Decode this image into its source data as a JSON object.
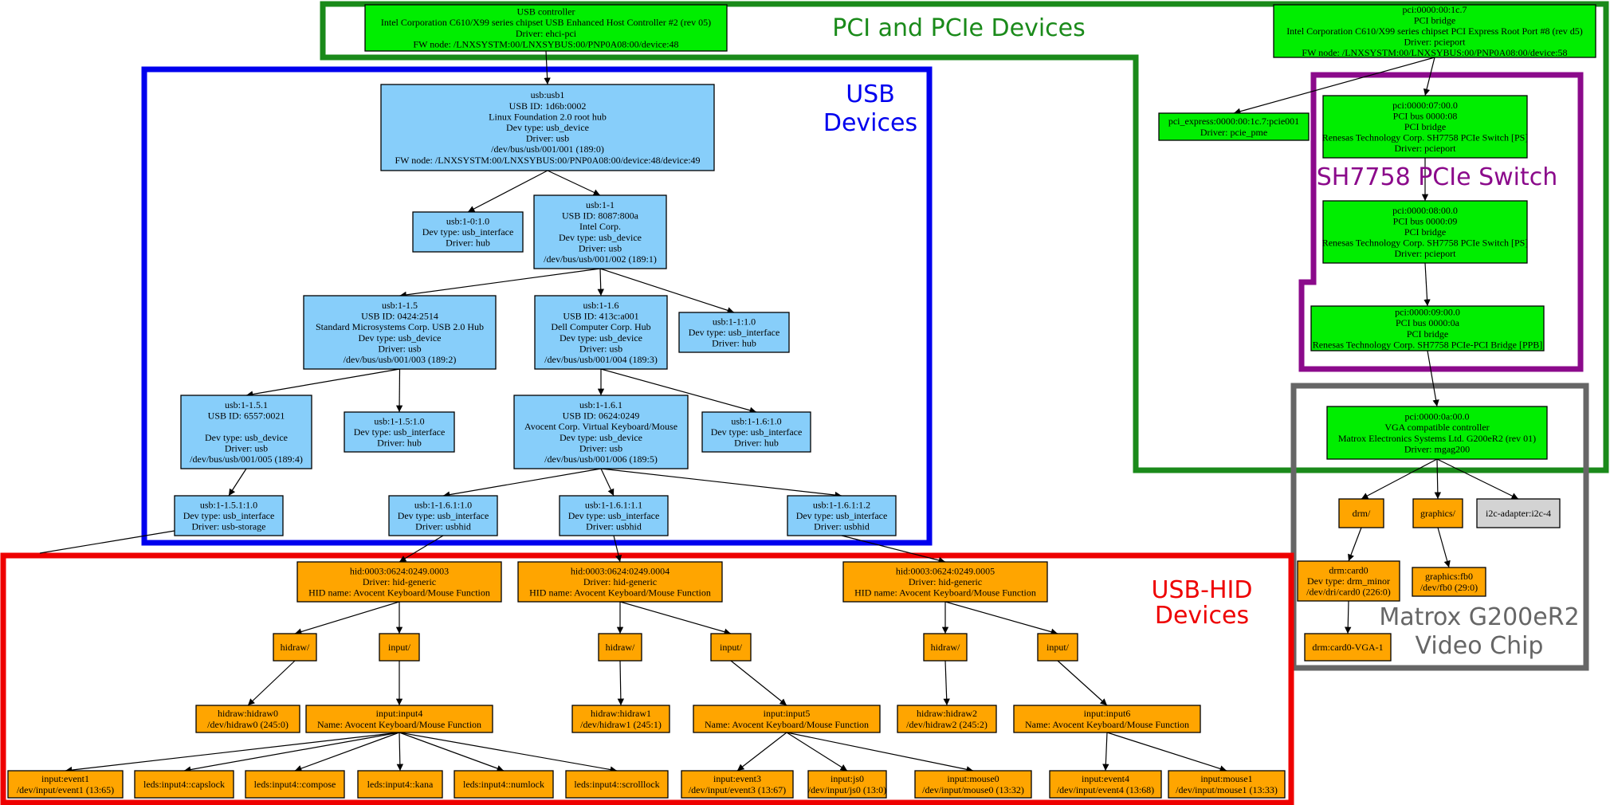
{
  "clusters": {
    "pci": {
      "label_lines": [
        "PCI and PCIe Devices"
      ],
      "color": "#1a8a1a"
    },
    "usb": {
      "label_lines": [
        "USB",
        "Devices"
      ],
      "color": "#0000ee"
    },
    "sh7758": {
      "label_lines": [
        "SH7758 PCIe Switch"
      ],
      "color": "#8b0a8b"
    },
    "matrox": {
      "label_lines": [
        "Matrox G200eR2",
        "Video Chip"
      ],
      "color": "#666666"
    },
    "hid": {
      "label_lines": [
        "USB-HID",
        "Devices"
      ],
      "color": "#ee0000"
    }
  },
  "colors": {
    "pci_fill": "#00ee00",
    "usb_fill": "#87cefa",
    "hid_fill": "#ffa500",
    "grey_fill": "#d3d3d3"
  },
  "nodes": {
    "usb_ctrl": {
      "lines": [
        "USB controller",
        "Intel Corporation C610/X99 series chipset USB Enhanced Host Controller #2 (rev 05)",
        "Driver: ehci-pci",
        "FW node: /LNXSYSTM:00/LNXSYBUS:00/PNP0A08:00/device:48"
      ]
    },
    "pci_bridge_top": {
      "lines": [
        "pci:0000:00:1c.7",
        "PCI bridge",
        "Intel Corporation C610/X99 series chipset PCI Express Root Port #8 (rev d5)",
        "Driver: pcieport",
        "FW node: /LNXSYSTM:00/LNXSYBUS:00/PNP0A08:00/device:58"
      ]
    },
    "pcie_pme": {
      "lines": [
        "pci_express:0000:00:1c.7:pcie001",
        "Driver: pcie_pme"
      ]
    },
    "pci07": {
      "lines": [
        "pci:0000:07:00.0",
        "PCI bus 0000:08",
        "PCI bridge",
        "Renesas Technology Corp. SH7758 PCIe Switch [PS]",
        "Driver: pcieport"
      ]
    },
    "pci08": {
      "lines": [
        "pci:0000:08:00.0",
        "PCI bus 0000:09",
        "PCI bridge",
        "Renesas Technology Corp. SH7758 PCIe Switch [PS]",
        "Driver: pcieport"
      ]
    },
    "pci09": {
      "lines": [
        "pci:0000:09:00.0",
        "PCI bus 0000:0a",
        "PCI bridge",
        "Renesas Technology Corp. SH7758 PCIe-PCI Bridge [PPB]"
      ]
    },
    "vga": {
      "lines": [
        "pci:0000:0a:00.0",
        "VGA compatible controller",
        "Matrox Electronics Systems Ltd. G200eR2 (rev 01)",
        "Driver: mgag200"
      ]
    },
    "drm": {
      "lines": [
        "drm/"
      ]
    },
    "graphics": {
      "lines": [
        "graphics/"
      ]
    },
    "i2c": {
      "lines": [
        "i2c-adapter:i2c-4"
      ]
    },
    "card0": {
      "lines": [
        "drm:card0",
        "Dev type: drm_minor",
        "/dev/dri/card0 (226:0)"
      ]
    },
    "fb0": {
      "lines": [
        "graphics:fb0",
        "/dev/fb0 (29:0)"
      ]
    },
    "vga1": {
      "lines": [
        "drm:card0-VGA-1"
      ]
    },
    "usb1": {
      "lines": [
        "usb:usb1",
        "USB ID: 1d6b:0002",
        "Linux Foundation 2.0 root hub",
        "Dev type: usb_device",
        "Driver: usb",
        "/dev/bus/usb/001/001 (189:0)",
        "FW node: /LNXSYSTM:00/LNXSYBUS:00/PNP0A08:00/device:48/device:49"
      ]
    },
    "u10": {
      "lines": [
        "usb:1-0:1.0",
        "Dev type: usb_interface",
        "Driver: hub"
      ]
    },
    "u11": {
      "lines": [
        "usb:1-1",
        "USB ID: 8087:800a",
        "Intel Corp.",
        "Dev type: usb_device",
        "Driver: usb",
        "/dev/bus/usb/001/002 (189:1)"
      ]
    },
    "u115": {
      "lines": [
        "usb:1-1.5",
        "USB ID: 0424:2514",
        "Standard Microsystems Corp. USB 2.0 Hub",
        "Dev type: usb_device",
        "Driver: usb",
        "/dev/bus/usb/001/003 (189:2)"
      ]
    },
    "u116": {
      "lines": [
        "usb:1-1.6",
        "USB ID: 413c:a001",
        "Dell Computer Corp. Hub",
        "Dev type: usb_device",
        "Driver: usb",
        "/dev/bus/usb/001/004 (189:3)"
      ]
    },
    "u1110": {
      "lines": [
        "usb:1-1:1.0",
        "Dev type: usb_interface",
        "Driver: hub"
      ]
    },
    "u1151": {
      "lines": [
        "usb:1-1.5.1",
        "USB ID: 6557:0021",
        "",
        "Dev type: usb_device",
        "Driver: usb",
        "/dev/bus/usb/001/005 (189:4)"
      ]
    },
    "u11510": {
      "lines": [
        "usb:1-1.5:1.0",
        "Dev type: usb_interface",
        "Driver: hub"
      ]
    },
    "u1161": {
      "lines": [
        "usb:1-1.6.1",
        "USB ID: 0624:0249",
        "Avocent Corp. Virtual Keyboard/Mouse",
        "Dev type: usb_device",
        "Driver: usb",
        "/dev/bus/usb/001/006 (189:5)"
      ]
    },
    "u11610": {
      "lines": [
        "usb:1-1.6:1.0",
        "Dev type: usb_interface",
        "Driver: hub"
      ]
    },
    "u115110": {
      "lines": [
        "usb:1-1.5.1:1.0",
        "Dev type: usb_interface",
        "Driver: usb-storage"
      ]
    },
    "u116110": {
      "lines": [
        "usb:1-1.6.1:1.0",
        "Dev type: usb_interface",
        "Driver: usbhid"
      ]
    },
    "u116111": {
      "lines": [
        "usb:1-1.6.1:1.1",
        "Dev type: usb_interface",
        "Driver: usbhid"
      ]
    },
    "u116112": {
      "lines": [
        "usb:1-1.6.1:1.2",
        "Dev type: usb_interface",
        "Driver: usbhid"
      ]
    },
    "hid3": {
      "lines": [
        "hid:0003:0624:0249.0003",
        "Driver: hid-generic",
        "HID name: Avocent Keyboard/Mouse Function"
      ]
    },
    "hid4": {
      "lines": [
        "hid:0003:0624:0249.0004",
        "Driver: hid-generic",
        "HID name: Avocent Keyboard/Mouse Function"
      ]
    },
    "hid5": {
      "lines": [
        "hid:0003:0624:0249.0005",
        "Driver: hid-generic",
        "HID name: Avocent Keyboard/Mouse Function"
      ]
    },
    "hr3": {
      "lines": [
        "hidraw/"
      ]
    },
    "in3": {
      "lines": [
        "input/"
      ]
    },
    "hr4": {
      "lines": [
        "hidraw/"
      ]
    },
    "in4": {
      "lines": [
        "input/"
      ]
    },
    "hr5": {
      "lines": [
        "hidraw/"
      ]
    },
    "in5": {
      "lines": [
        "input/"
      ]
    },
    "hidraw0": {
      "lines": [
        "hidraw:hidraw0",
        "/dev/hidraw0 (245:0)"
      ]
    },
    "input4": {
      "lines": [
        "input:input4",
        "Name: Avocent Keyboard/Mouse Function"
      ]
    },
    "hidraw1": {
      "lines": [
        "hidraw:hidraw1",
        "/dev/hidraw1 (245:1)"
      ]
    },
    "input5": {
      "lines": [
        "input:input5",
        "Name: Avocent Keyboard/Mouse Function"
      ]
    },
    "hidraw2": {
      "lines": [
        "hidraw:hidraw2",
        "/dev/hidraw2 (245:2)"
      ]
    },
    "input6": {
      "lines": [
        "input:input6",
        "Name: Avocent Keyboard/Mouse Function"
      ]
    },
    "ev1": {
      "lines": [
        "input:event1",
        "/dev/input/event1 (13:65)"
      ]
    },
    "caps": {
      "lines": [
        "leds:input4::capslock"
      ]
    },
    "comp": {
      "lines": [
        "leds:input4::compose"
      ]
    },
    "kana": {
      "lines": [
        "leds:input4::kana"
      ]
    },
    "num": {
      "lines": [
        "leds:input4::numlock"
      ]
    },
    "scroll": {
      "lines": [
        "leds:input4::scrolllock"
      ]
    },
    "ev3": {
      "lines": [
        "input:event3",
        "/dev/input/event3 (13:67)"
      ]
    },
    "js0": {
      "lines": [
        "input:js0",
        "/dev/input/js0 (13:0)"
      ]
    },
    "mouse0": {
      "lines": [
        "input:mouse0",
        "/dev/input/mouse0 (13:32)"
      ]
    },
    "ev4": {
      "lines": [
        "input:event4",
        "/dev/input/event4 (13:68)"
      ]
    },
    "mouse1": {
      "lines": [
        "input:mouse1",
        "/dev/input/mouse1 (13:33)"
      ]
    }
  }
}
